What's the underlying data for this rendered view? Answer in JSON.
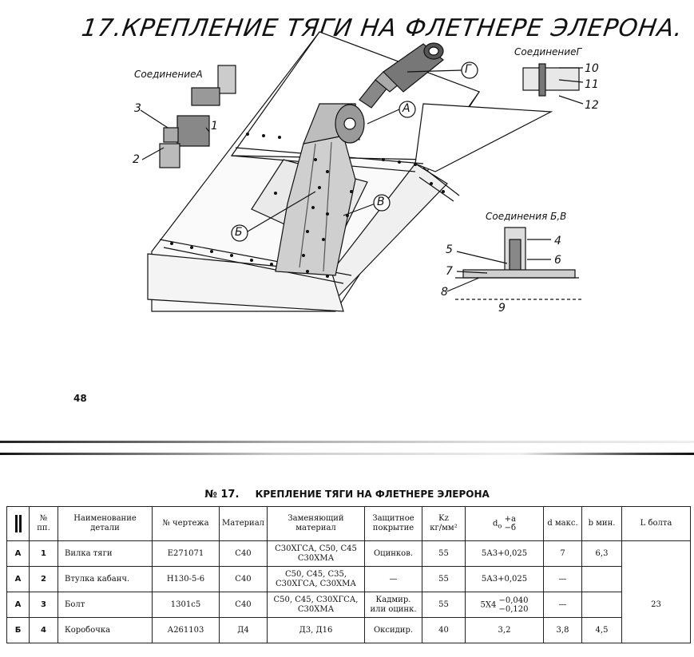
{
  "upper_page": {
    "title": "17.КРЕПЛЕНИЕ ТЯГИ НА ФЛЕТНЕРЕ ЭЛЕРОНА.",
    "labels": {
      "conn_a": "СоединениеА",
      "conn_g": "СоединениеГ",
      "conn_bv": "Соединения Б,В"
    },
    "callouts": {
      "a": "А",
      "b": "Б",
      "v": "В",
      "g": "Г"
    },
    "numbers": [
      "1",
      "2",
      "3",
      "4",
      "5",
      "6",
      "7",
      "8",
      "9",
      "10",
      "11",
      "12"
    ],
    "page_number": "48"
  },
  "table": {
    "number": "№ 17.",
    "title": "КРЕПЛЕНИЕ ТЯГИ НА ФЛЕТНЕРЕ ЭЛЕРОНА",
    "headers": {
      "num": "№ пп.",
      "name": "Наименование детали",
      "drawing": "№ чертежа",
      "material": "Материал",
      "substitute": "Заменяющий материал",
      "coating": "Защитное покрытие",
      "kz": "Kz",
      "kz_unit": "кг/мм²",
      "do": "d",
      "do_sub": "o",
      "do_upper": "+a",
      "do_lower": "−б",
      "dmax": "d макс.",
      "bmin": "b мин.",
      "lbolt": "L болта"
    },
    "rows": [
      {
        "group": "А",
        "num": "1",
        "name": "Вилка тяги",
        "drawing": "Е271071",
        "material": "С40",
        "substitute": "С30ХГСА, С50, С45 С30ХМА",
        "coating": "Оцинков.",
        "kz": "55",
        "do": "5А3+0,025",
        "dmax": "7",
        "bmin": "6,3"
      },
      {
        "group": "А",
        "num": "2",
        "name": "Втулка кабанч.",
        "drawing": "Н130-5-6",
        "material": "С40",
        "substitute": "С50, С45, С35, С30ХГСА, С30ХМА",
        "coating": "—",
        "kz": "55",
        "do": "5А3+0,025",
        "dmax": "—",
        "bmin": ""
      },
      {
        "group": "А",
        "num": "3",
        "name": "Болт",
        "drawing": "1301с5",
        "material": "С40",
        "substitute": "С50, С45, С30ХГСА, С30ХМА",
        "coating": "Кадмир. или оцинк.",
        "kz": "55",
        "do_base": "5Х4",
        "do_up": "−0,040",
        "do_low": "−0,120",
        "dmax": "—",
        "bmin": ""
      },
      {
        "group": "Б",
        "num": "4",
        "name": "Коробочка",
        "drawing": "А261103",
        "material": "Д4",
        "substitute": "Д3, Д16",
        "coating": "Оксидир.",
        "kz": "40",
        "do": "3,2",
        "dmax": "3,8",
        "bmin": "4,5"
      }
    ],
    "lbolt_value": "23"
  }
}
